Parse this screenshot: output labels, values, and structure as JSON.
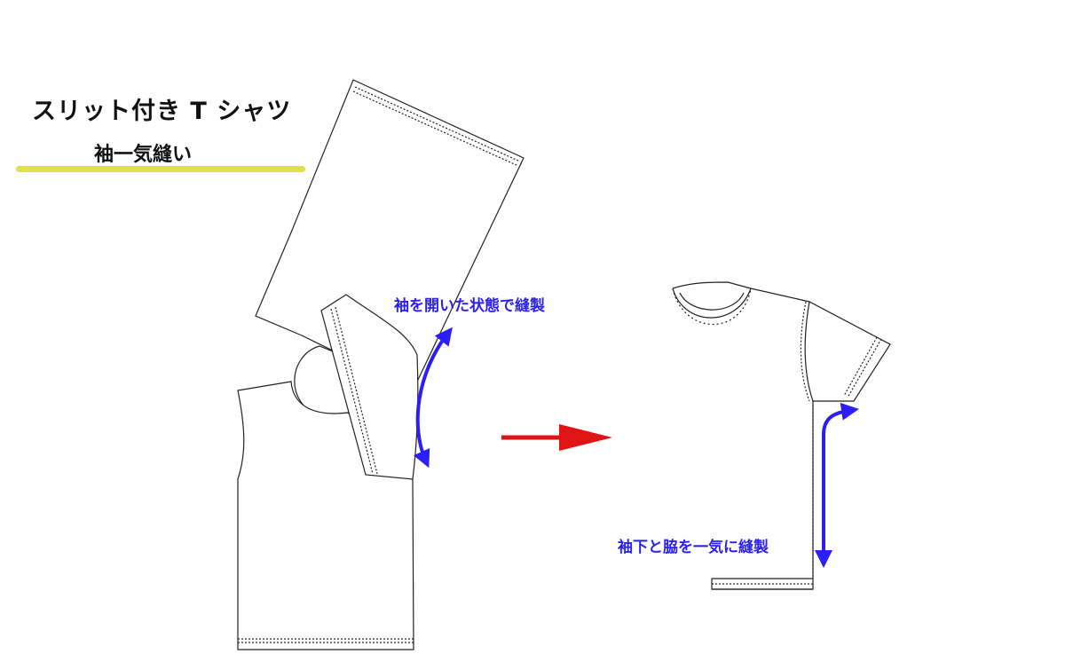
{
  "header": {
    "title": "スリット付き T シャツ",
    "subtitle": "袖一気縫い"
  },
  "annotations": {
    "left_note": "袖を開いた状態で縫製",
    "right_note": "袖下と脇を一気に縫製"
  },
  "colors": {
    "accent_underline": "#dfe04a",
    "annotation_text": "#2b1ff5",
    "annotation_arrow": "#2b1ff5",
    "flow_arrow": "#e01414",
    "line": "#222222"
  }
}
